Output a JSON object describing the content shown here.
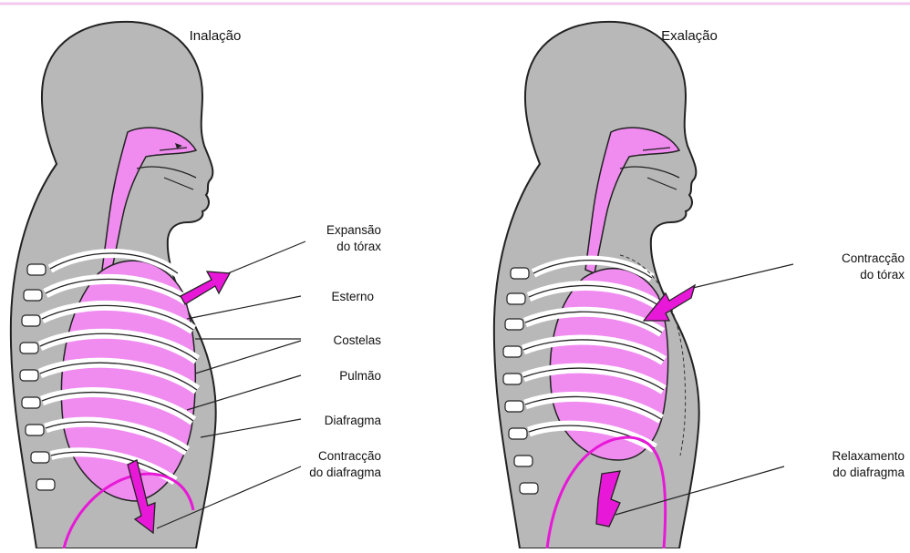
{
  "colors": {
    "body_gray": "#b8b8b8",
    "outline": "#222222",
    "lung_pink": "#f08cf0",
    "arrow_magenta": "#e818d8",
    "rib_white": "#ffffff",
    "top_line": "#f2c8ee"
  },
  "panels": [
    {
      "title": "Inalação",
      "labels": {
        "expansao_1": "Expansão",
        "expansao_2": "do tórax",
        "esterno": "Esterno",
        "costelas": "Costelas",
        "pulmao": "Pulmão",
        "diafragma": "Diafragma",
        "contraccao_1": "Contracção",
        "contraccao_2": "do diafragma"
      }
    },
    {
      "title": "Exalação",
      "labels": {
        "contraccao_torax_1": "Contracção",
        "contraccao_torax_2": "do tórax",
        "relaxamento_1": "Relaxamento",
        "relaxamento_2": "do diafragma"
      }
    }
  ]
}
